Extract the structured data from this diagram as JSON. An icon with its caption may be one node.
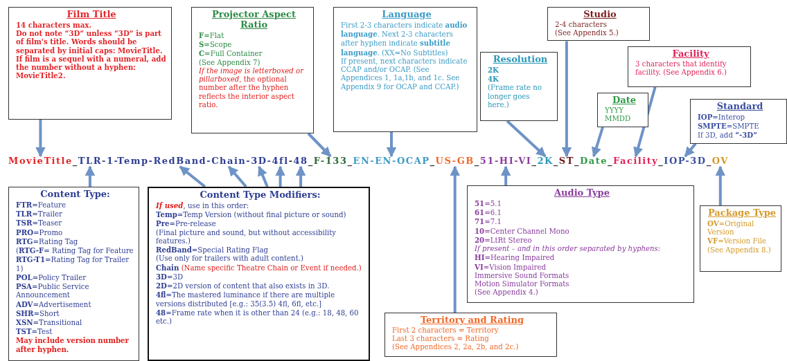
{
  "diagram": {
    "nodes": [
      {
        "text": [
          "Film Title",
          "14 characters max.",
          "Do not note “3D” unless “3D” is part of film's title. Words should be separated by initial caps: MovieTitle. If film is a sequel with a numeral, add the number without a hyphen: MovieTitle2."
        ]
      },
      {
        "text": [
          "Projector Aspect Ratio",
          "**F**=Flat",
          "**S**=Scope",
          "**C**=Full Container",
          "(See Appendix 7)",
          "*If the image is letterboxed or pillarboxed*, the optional number after the hyphen reflects the interior aspect ratio."
        ]
      },
      {
        "text": [
          "Language",
          "First 2-3 characters indicate **audio language**. Next 2-3 characters after hyphen indicate **subtitle language**. (XX=No Subtitles)",
          "If present, next characters indicate CCAP and/or OCAP. (See Appendices 1, 1a,1b, and 1c. See Appendix 9 for OCAP and CCAP.)"
        ]
      },
      {
        "text": [
          "Studio",
          "2-4 characters",
          "(See Appendix 5.)"
        ]
      },
      {
        "text": [
          "Resolution",
          "**2K**",
          "**4K**",
          "(Frame rate no longer goes here.)"
        ]
      },
      {
        "text": [
          "Facility",
          "3 characters that identify facility. (See Appendix 6.)"
        ]
      },
      {
        "text": [
          "Date",
          "YYYY",
          "MMDD"
        ]
      },
      {
        "text": [
          "Standard",
          "**IOP**=Interop",
          "**SMPTE**=SMPTE",
          "If 3D, add **“-3D”**"
        ]
      },
      {
        "text": [
          "MovieTitle"
        ]
      },
      {
        "text": [
          "TLR"
        ]
      },
      {
        "text": [
          "RedBand"
        ]
      },
      {
        "text": [
          "Chain"
        ]
      },
      {
        "text": [
          "3D"
        ]
      },
      {
        "text": [
          "4fl"
        ]
      },
      {
        "text": [
          "48"
        ]
      },
      {
        "text": [
          "F-133"
        ]
      },
      {
        "text": [
          "EN-EN-OCAP"
        ]
      },
      {
        "text": [
          "US-GB"
        ]
      },
      {
        "text": [
          "51-HI-VI"
        ]
      },
      {
        "text": [
          "2K"
        ]
      },
      {
        "text": [
          "ST"
        ]
      },
      {
        "text": [
          "Date"
        ]
      },
      {
        "text": [
          "Facility"
        ]
      },
      {
        "text": [
          "IOP-3D"
        ]
      },
      {
        "text": [
          "OV"
        ]
      },
      {
        "text": [
          "Content Type:",
          "**FTR**=Feature",
          "**TLR**=Trailer",
          "**TSR**=Teaser",
          "**PRO**=Promo",
          "**RTG**=Rating Tag",
          "(**RTG-F**= Rating Tag for Feature",
          "**RTG-T1**=Rating Tag for Trailer 1)",
          "**POL**=Policy Trailer",
          "**PSA**=Public Service Announcement",
          "**ADV**=Advertisement",
          "**SHR**=Short",
          "**XSN**=Transitional",
          "**TST**=Test",
          "May include version number after hyphen."
        ]
      },
      {
        "text": [
          "Content Type Modifiers:",
          "*If used*, use in this order:",
          "**Temp**=Temp Version (without final picture or sound)",
          "**Pre**=Pre-release",
          "(Final picture and sound, but without accessibility features.)",
          "**RedBand**=Special Rating Flag",
          "(Use only for trailers with adult content.)",
          "**Chain** (Name specific Theatre Chain or Event if needed.)",
          "**3D**=3D",
          "**2D**=2D version of content that also exists in 3D.",
          "**4fl**=The mastered luminance if there are multiple versions distributed [e.g.: 35(3.5) 4fl, 6fl, etc.]",
          "**48**=Frame rate when it is other than 24 (e.g.: 18, 48, 60 etc.)"
        ]
      },
      {
        "text": [
          "Audio Type",
          "**51**=5.1",
          "**61**=6.1",
          "**71**=7.1",
          "**10**=Center Channel Mono",
          "**20**=LtRt Stereo",
          "If present – and in this order separated by hyphens:",
          "**HI**=Hearing Impaired",
          "**VI**=Vision Impaired",
          "Immersive Sound Formats",
          "Motion Simulator Formats",
          "(See Appendix 4.)"
        ]
      },
      {
        "text": [
          "Package Type",
          "**OV**=Original Version",
          "**VF**=Version File (See Appendix 8.)"
        ]
      },
      {
        "text": [
          "Territory and Rating",
          "First 2 characters = Territory",
          "Last 3 characters = Rating",
          "(See Appendices 2, 2a, 2b, and 2c.)"
        ]
      }
    ],
    "edges": [
      {
        "from": 0,
        "to": 8,
        "arrow": "to"
      },
      {
        "from": 1,
        "to": 15,
        "arrow": "to"
      },
      {
        "from": 2,
        "to": 16,
        "arrow": "to"
      },
      {
        "from": 4,
        "to": 19,
        "arrow": "to"
      },
      {
        "from": 3,
        "to": 20,
        "arrow": "to"
      },
      {
        "from": 6,
        "to": 21,
        "arrow": "to"
      },
      {
        "from": 5,
        "to": 22,
        "arrow": "to"
      },
      {
        "from": 7,
        "to": 23,
        "arrow": "to"
      },
      {
        "from": 25,
        "to": 9,
        "arrow": "to"
      },
      {
        "from": 26,
        "to": 10,
        "arrow": "to"
      },
      {
        "from": 26,
        "to": 11,
        "arrow": "to"
      },
      {
        "from": 26,
        "to": 12,
        "arrow": "to"
      },
      {
        "from": 26,
        "to": 13,
        "arrow": "to"
      },
      {
        "from": 26,
        "to": 14,
        "arrow": "to"
      },
      {
        "from": 29,
        "to": 17,
        "arrow": "to"
      },
      {
        "from": 27,
        "to": 18,
        "arrow": "to"
      },
      {
        "from": 28,
        "to": 24,
        "arrow": "to"
      }
    ],
    "labels": [
      "_",
      "-1-Temp-",
      "-",
      "-",
      "-",
      "-",
      "_",
      "_",
      "_",
      "_",
      "_",
      "_",
      "_",
      "_",
      "_",
      "_"
    ]
  }
}
